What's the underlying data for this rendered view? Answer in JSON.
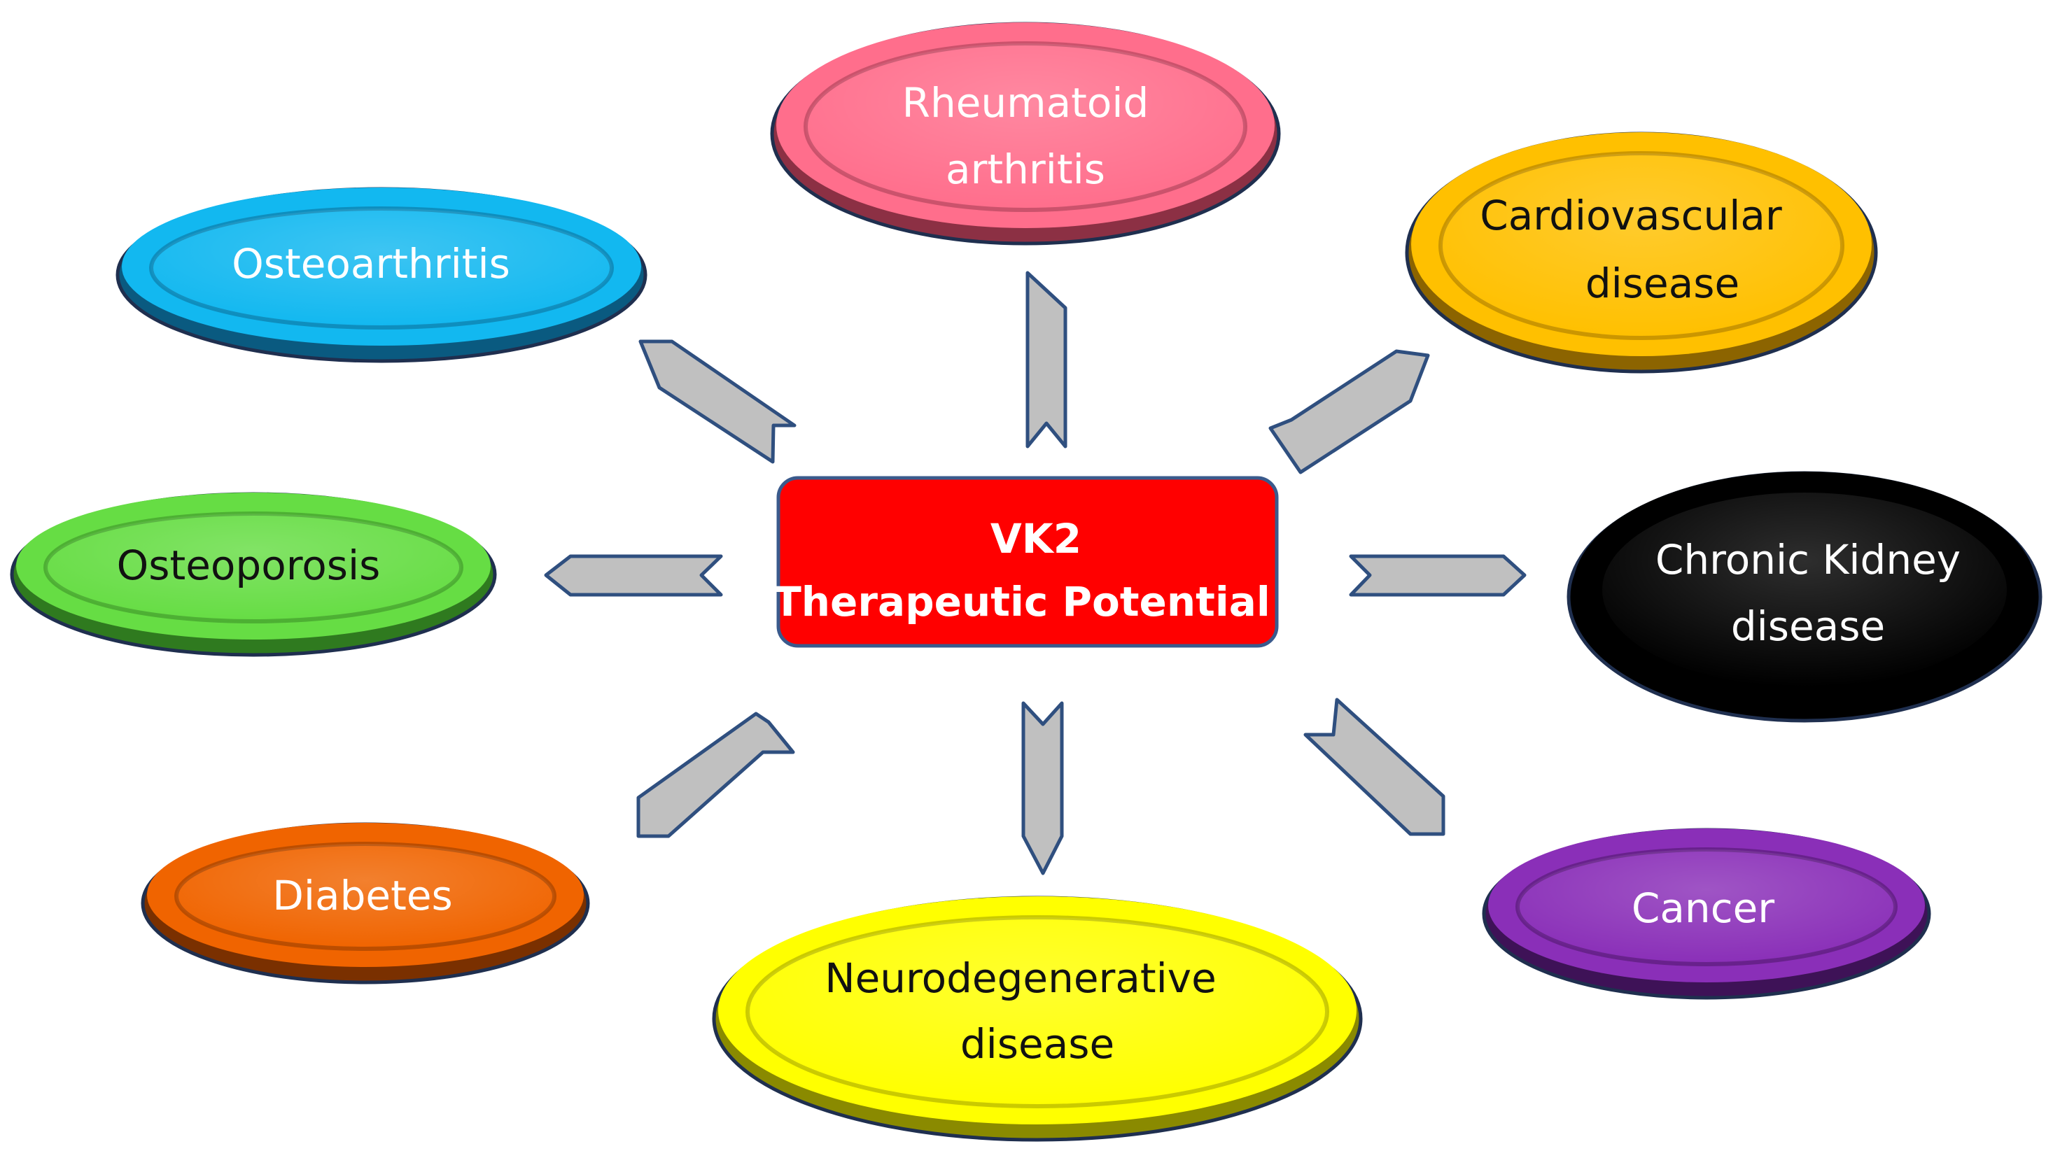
{
  "center": {
    "line1": "VK2",
    "line2": "Therapeutic Potential",
    "fill": "#ff0000",
    "stroke": "#3a5a8c",
    "text_color": "#ffffff"
  },
  "arrow": {
    "fill": "#c0c0c0",
    "stroke": "#2f4f7f"
  },
  "nodes": {
    "rheumatoid": {
      "line1": "Rheumatoid",
      "line2": "arthritis",
      "fill": "#ff6e8c",
      "shadow": "#8c3044",
      "text_color": "#ffffff"
    },
    "cardiovascular": {
      "line1": "Cardiovascular",
      "line2": "disease",
      "fill": "#ffc000",
      "shadow": "#8c6400",
      "text_color": "#111111"
    },
    "osteoarthritis": {
      "line1": "Osteoarthritis",
      "fill": "#12b8f0",
      "shadow": "#0a5a80",
      "text_color": "#ffffff"
    },
    "osteoporosis": {
      "line1": "Osteoporosis",
      "fill": "#66dd44",
      "shadow": "#2f7a1f",
      "text_color": "#111111"
    },
    "chronic_kidney": {
      "line1": "Chronic Kidney",
      "line2": "disease",
      "fill": "#000000",
      "shadow": "#000000",
      "text_color": "#ffffff"
    },
    "diabetes": {
      "line1": "Diabetes",
      "fill": "#f06400",
      "shadow": "#7a3000",
      "text_color": "#ffffff"
    },
    "cancer": {
      "line1": "Cancer",
      "fill": "#8a2fb8",
      "shadow": "#3e1257",
      "text_color": "#ffffff"
    },
    "neurodegenerative": {
      "line1": "Neurodegenerative",
      "line2": "disease",
      "fill": "#ffff00",
      "shadow": "#8a8a00",
      "text_color": "#111111"
    }
  }
}
